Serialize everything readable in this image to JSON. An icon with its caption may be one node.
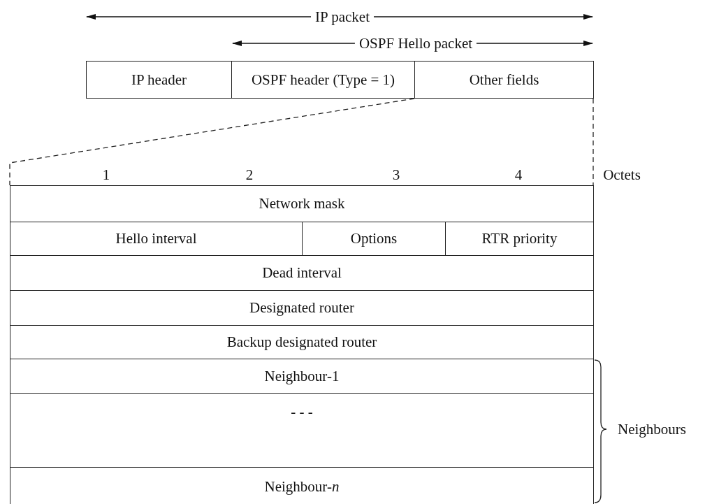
{
  "diagram": {
    "nodes": [
      {
        "text": [
          "IP header"
        ]
      },
      {
        "text": [
          "OSPF header (Type = 1)"
        ]
      },
      {
        "text": [
          "Other fields"
        ]
      },
      {
        "text": [
          "Network mask"
        ]
      },
      {
        "text": [
          "Hello interval"
        ]
      },
      {
        "text": [
          "Options"
        ]
      },
      {
        "text": [
          "RTR priority"
        ]
      },
      {
        "text": [
          "Dead interval"
        ]
      },
      {
        "text": [
          "Designated router"
        ]
      },
      {
        "text": [
          "Backup designated router"
        ]
      },
      {
        "text": [
          "Neighbour-1"
        ]
      },
      {
        "text": [
          "- - -"
        ]
      },
      {
        "text": [
          "Neighbour-*n*"
        ]
      }
    ],
    "edges": [
      {
        "from": 2,
        "to": 3,
        "arrow": "none",
        "style": "dashed"
      },
      {
        "from": 2,
        "to": 3,
        "arrow": "none",
        "style": "dashed"
      }
    ],
    "labels": [
      "IP packet",
      "OSPF Hello packet",
      "1",
      "2",
      "3",
      "4",
      "Octets",
      "Neighbours"
    ]
  }
}
